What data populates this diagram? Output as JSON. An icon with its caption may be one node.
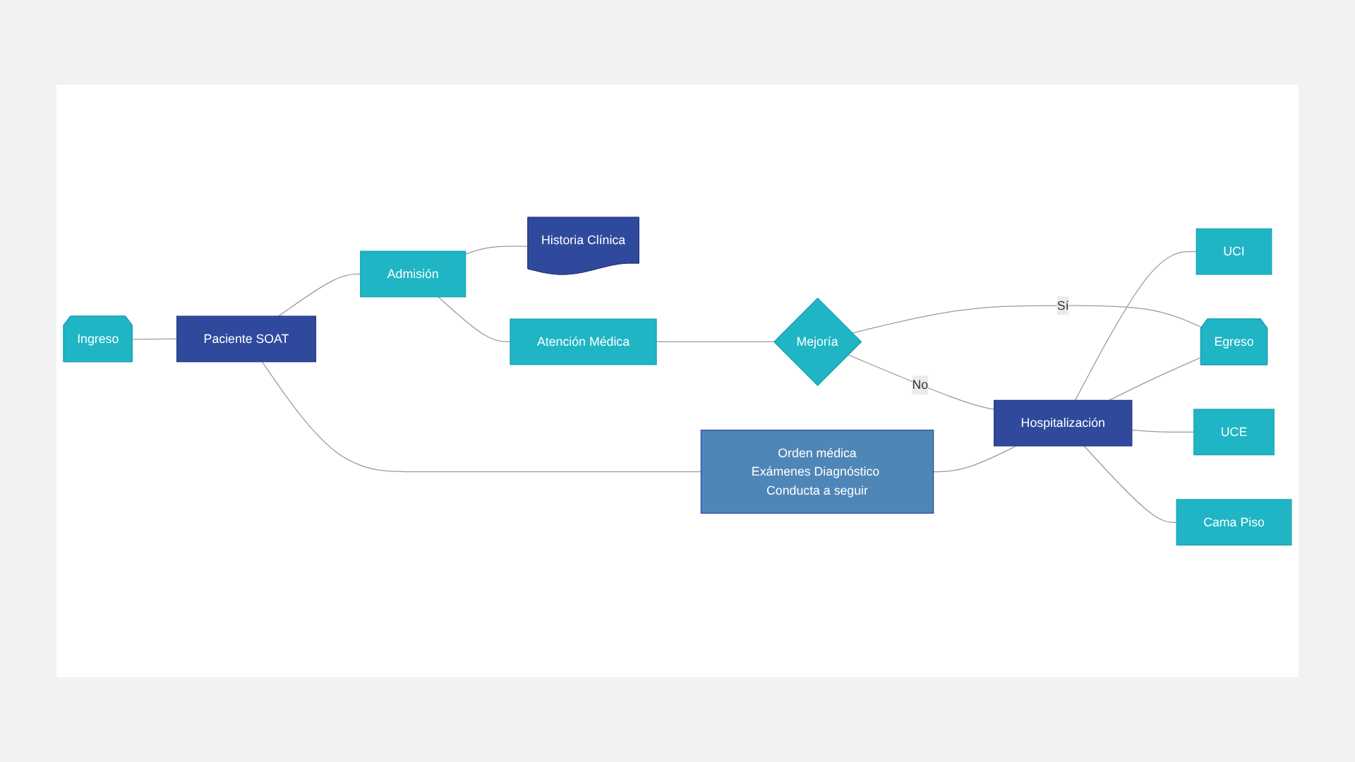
{
  "diagram": {
    "nodes": [
      {
        "text": [
          "Ingreso"
        ]
      },
      {
        "text": [
          "Paciente SOAT"
        ]
      },
      {
        "text": [
          "Orden médica",
          "Exámenes Diagnóstico Conducta a seguir"
        ]
      },
      {
        "text": [
          "Hospitalización"
        ]
      },
      {
        "text": [
          "Egreso"
        ]
      },
      {
        "text": [
          "Admisión"
        ]
      },
      {
        "text": [
          "UCI"
        ]
      },
      {
        "text": [
          "UCE"
        ]
      },
      {
        "text": [
          "Historia Clínica"
        ]
      },
      {
        "text": [
          "Cama Piso"
        ]
      },
      {
        "text": [
          "Atención Médica"
        ]
      },
      {
        "text": [
          "Mejoría"
        ]
      }
    ],
    "edges": [
      {
        "from": 0,
        "to": 1,
        "arrow": "none"
      },
      {
        "from": 1,
        "to": 2,
        "arrow": "none"
      },
      {
        "from": 1,
        "to": 5,
        "arrow": "none"
      },
      {
        "from": 2,
        "to": 3,
        "arrow": "none"
      },
      {
        "from": 3,
        "to": 4,
        "arrow": "none"
      },
      {
        "from": 5,
        "to": 8,
        "arrow": "none"
      },
      {
        "from": 5,
        "to": 10,
        "arrow": "none"
      },
      {
        "from": 3,
        "to": 6,
        "arrow": "none"
      },
      {
        "from": 3,
        "to": 7,
        "arrow": "none"
      },
      {
        "from": 3,
        "to": 9,
        "arrow": "none"
      },
      {
        "from": 11,
        "to": 3,
        "arrow": "none",
        "label": "No"
      },
      {
        "from": 11,
        "to": 4,
        "arrow": "none",
        "label": "Sí"
      },
      {
        "from": 10,
        "to": 11,
        "arrow": "none"
      }
    ]
  }
}
